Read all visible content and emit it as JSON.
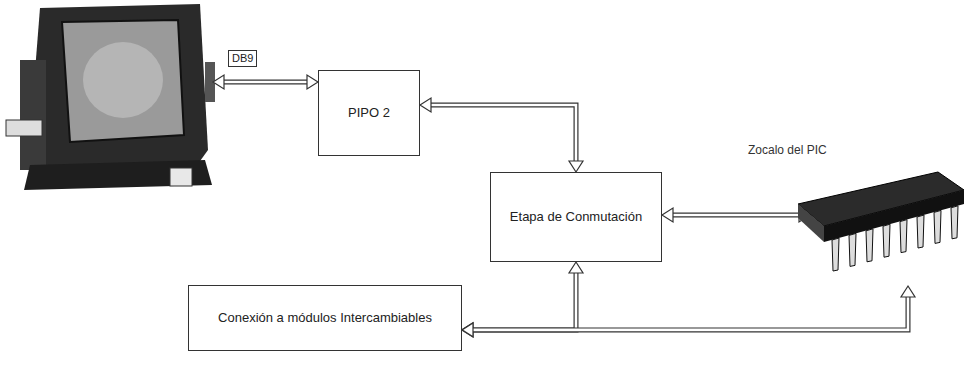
{
  "diagram": {
    "nodes": [
      {
        "text": [
          "PIPO 2"
        ]
      },
      {
        "text": [
          "Etapa de Conmutación"
        ]
      },
      {
        "text": [
          "Conexión a módulos Intercambiables"
        ]
      },
      {
        "text": [
          "Zocalo del PIC"
        ]
      }
    ],
    "edges": [
      {
        "from": 0,
        "to": 1,
        "arrow": "both"
      },
      {
        "from": 1,
        "to": 3,
        "arrow": "both"
      },
      {
        "from": 2,
        "to": 1,
        "arrow": "both"
      },
      {
        "from": 2,
        "to": 3,
        "arrow": "both"
      }
    ],
    "labels": [
      "DB9"
    ]
  }
}
